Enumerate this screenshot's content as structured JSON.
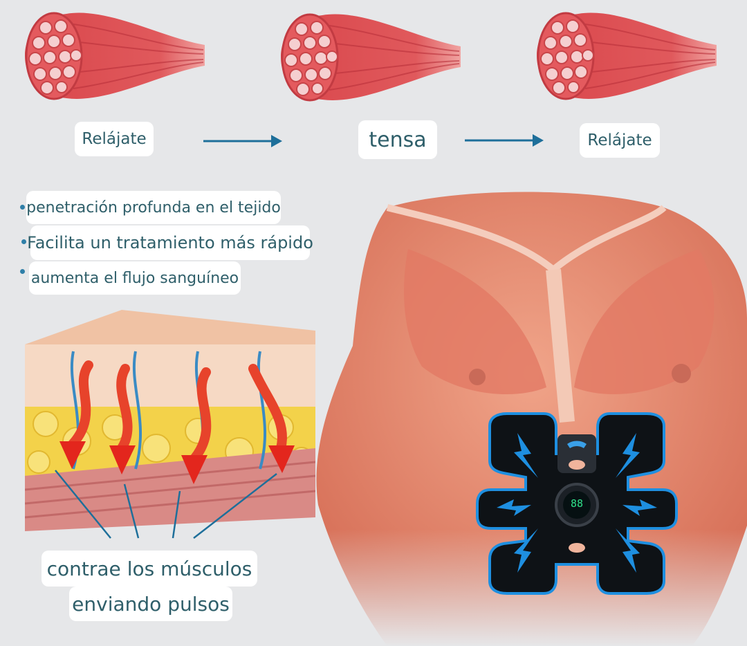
{
  "sequence": {
    "step_1": "Relájate",
    "step_2": "tensa",
    "step_3": "Relájate"
  },
  "benefits": [
    "penetración profunda en el tejido",
    "Facilita un tratamiento más rápido",
    "aumenta el flujo sanguíneo"
  ],
  "caption": {
    "line_1": "contrae los músculos",
    "line_2": "enviando pulsos"
  },
  "device": {
    "display": "88"
  },
  "icons": {
    "muscle": "muscle-bundle-icon",
    "arrow": "arrow-right-icon",
    "bullet": "bullet-dot-icon"
  },
  "colors": {
    "background": "#e6e7e9",
    "muscle_red": "#d8454a",
    "arrow_blue": "#1e6f9a",
    "text_teal": "#2f5f6a",
    "device_blue": "#1e8fe0",
    "device_black": "#0e1216"
  }
}
